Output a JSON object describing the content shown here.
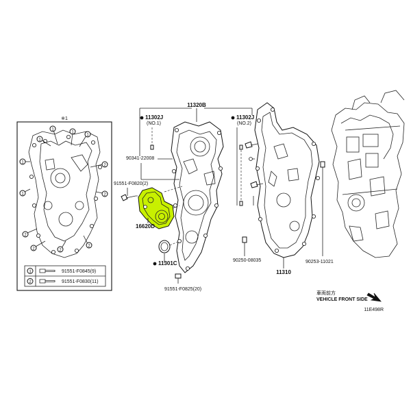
{
  "legend_box": {
    "title": "※1",
    "rows": [
      {
        "num": "1",
        "part": "91551-F0845(9)"
      },
      {
        "num": "2",
        "part": "91551-F0830(11)"
      }
    ]
  },
  "callouts": {
    "c11302j_left": "11302J",
    "c11302j_left_sub": "(NO.1)",
    "c11320b": "11320B",
    "c11302j_right": "11302J",
    "c11302j_right_sub": "(NO.2)",
    "c90341": "90341-22008",
    "c91551_f0820": "91551-F0820(2)",
    "c16620d": "16620D",
    "c11301c": "11301C",
    "c91551_f0825": "91551-F0825(20)",
    "c90250": "90250-08035",
    "c90253": "90253-11021",
    "c11310": "11310"
  },
  "direction": {
    "jp": "車両前方",
    "en": "VEHICLE FRONT SIDE"
  },
  "figure_id": "11E498R",
  "colors": {
    "highlight": "#c8f000",
    "line": "#111111"
  }
}
